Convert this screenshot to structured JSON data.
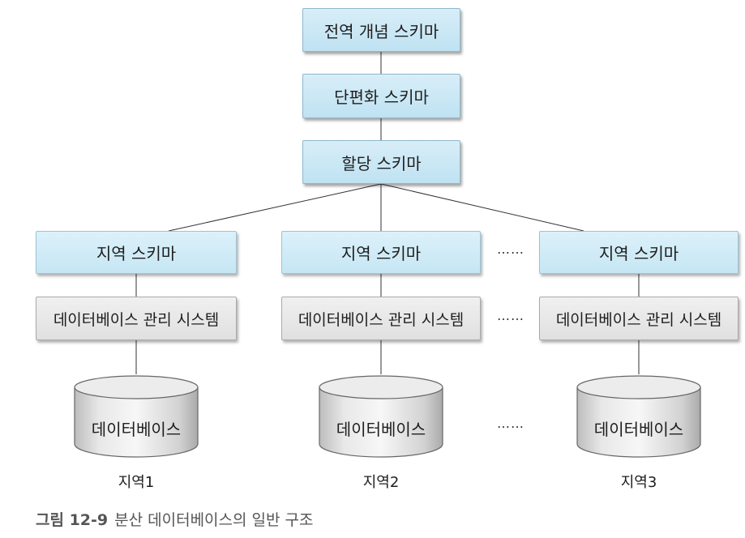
{
  "schemas": {
    "global": "전역 개념 스키마",
    "fragmentation": "단편화 스키마",
    "allocation": "할당 스키마"
  },
  "sites": [
    {
      "local_schema": "지역 스키마",
      "dbms": "데이터베이스 관리 시스템",
      "database": "데이터베이스",
      "label": "지역1"
    },
    {
      "local_schema": "지역 스키마",
      "dbms": "데이터베이스 관리 시스템",
      "database": "데이터베이스",
      "label": "지역2"
    },
    {
      "local_schema": "지역 스키마",
      "dbms": "데이터베이스 관리 시스템",
      "database": "데이터베이스",
      "label": "지역3"
    }
  ],
  "ellipsis": "……",
  "caption": {
    "number": "그림 12-9",
    "text": "분산 데이터베이스의 일반 구조"
  }
}
